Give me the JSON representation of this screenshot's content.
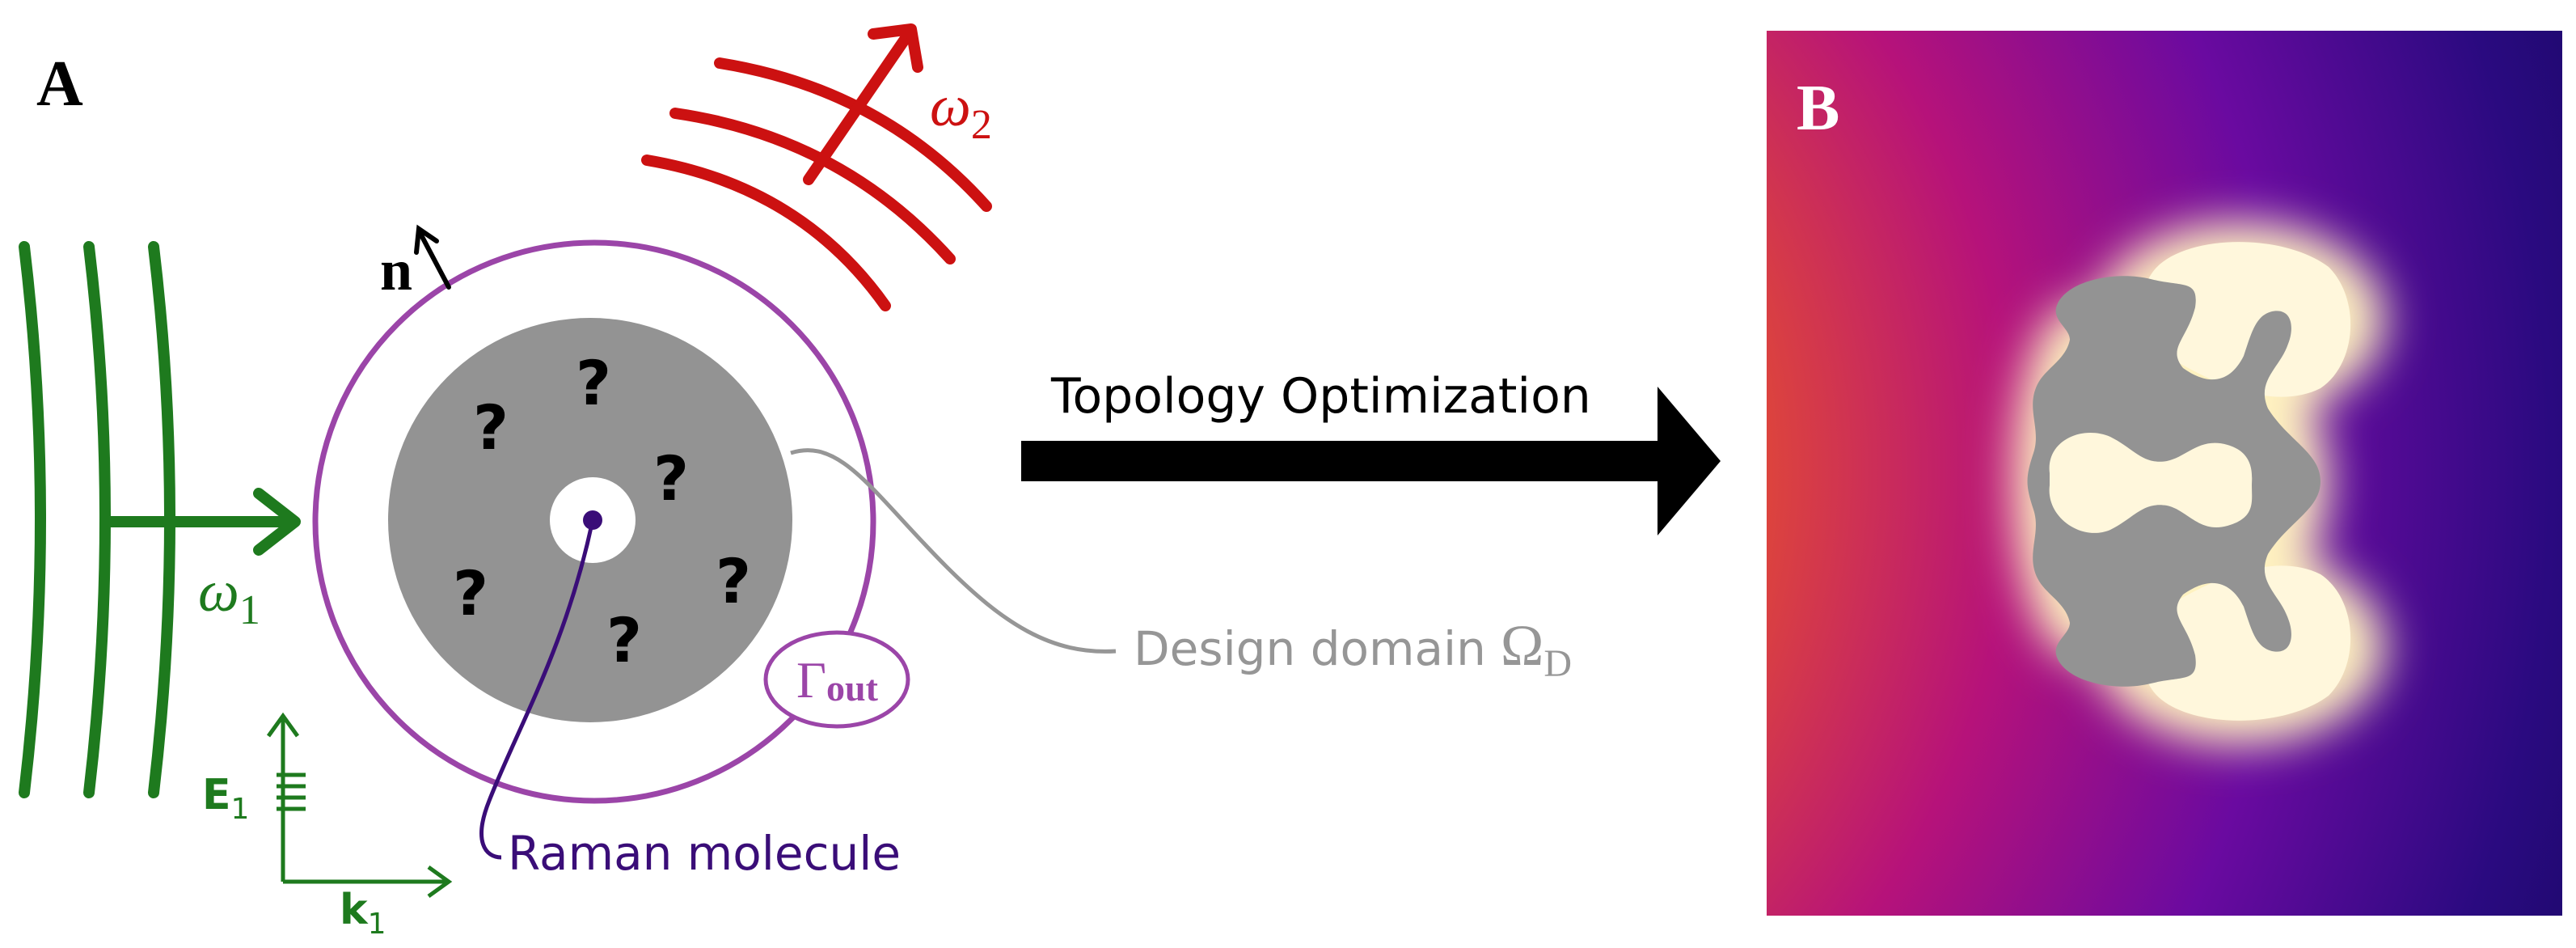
{
  "panel_a": {
    "label": "A",
    "incident_wave": {
      "frequency_label": "ω",
      "frequency_sub": "1",
      "color": "#1e7a1e"
    },
    "scattered_wave": {
      "frequency_label": "ω",
      "frequency_sub": "2",
      "color": "#cc1111"
    },
    "normal_label": "n",
    "axes": {
      "e_label": "E",
      "e_sub": "1",
      "k_label": "k",
      "k_sub": "1",
      "color": "#1e7a1e"
    },
    "unknown_marks": [
      "?",
      "?",
      "?",
      "?",
      "?",
      "?"
    ],
    "boundary": {
      "label": "Γ",
      "label_sub": "out",
      "color": "#9b45a8"
    },
    "design_domain": {
      "label": "Design domain",
      "symbol": "Ω",
      "symbol_sub": "D",
      "color": "#969696"
    },
    "molecule": {
      "label": "Raman molecule",
      "color": "#3a0d78"
    },
    "domain_fill": "#939393"
  },
  "arrow": {
    "label": "Topology Optimization",
    "color": "#000000"
  },
  "panel_b": {
    "label": "B",
    "colors": {
      "background": "#1a0a6e",
      "hot": "#fff7dc",
      "material": "#939393"
    }
  }
}
